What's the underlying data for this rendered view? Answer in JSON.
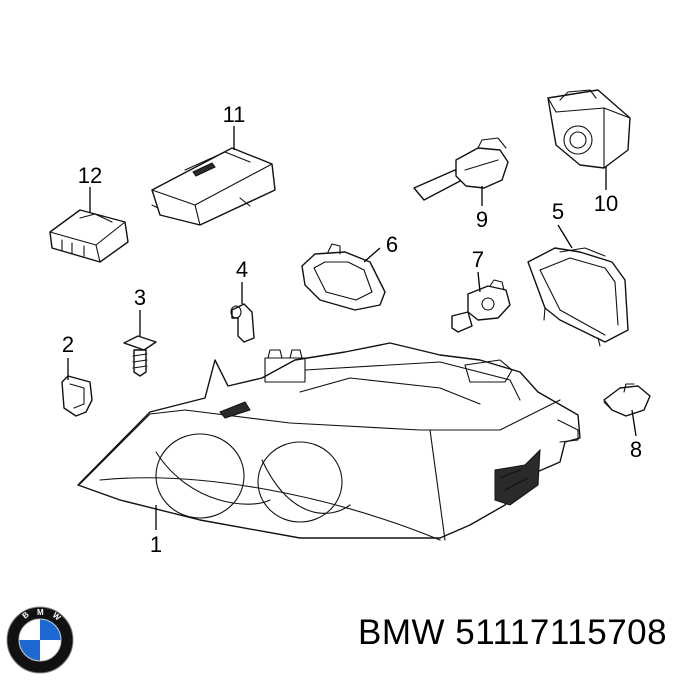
{
  "diagram": {
    "callouts": [
      "1",
      "2",
      "3",
      "4",
      "5",
      "6",
      "7",
      "8",
      "9",
      "10",
      "11",
      "12"
    ]
  },
  "footer": {
    "part_label": "BMW 51117115708"
  },
  "logo": {
    "name": "bmw-roundel",
    "letters": "BMW",
    "colors": {
      "blue": "#1c69d4",
      "ring": "#111111",
      "white": "#ffffff"
    }
  }
}
